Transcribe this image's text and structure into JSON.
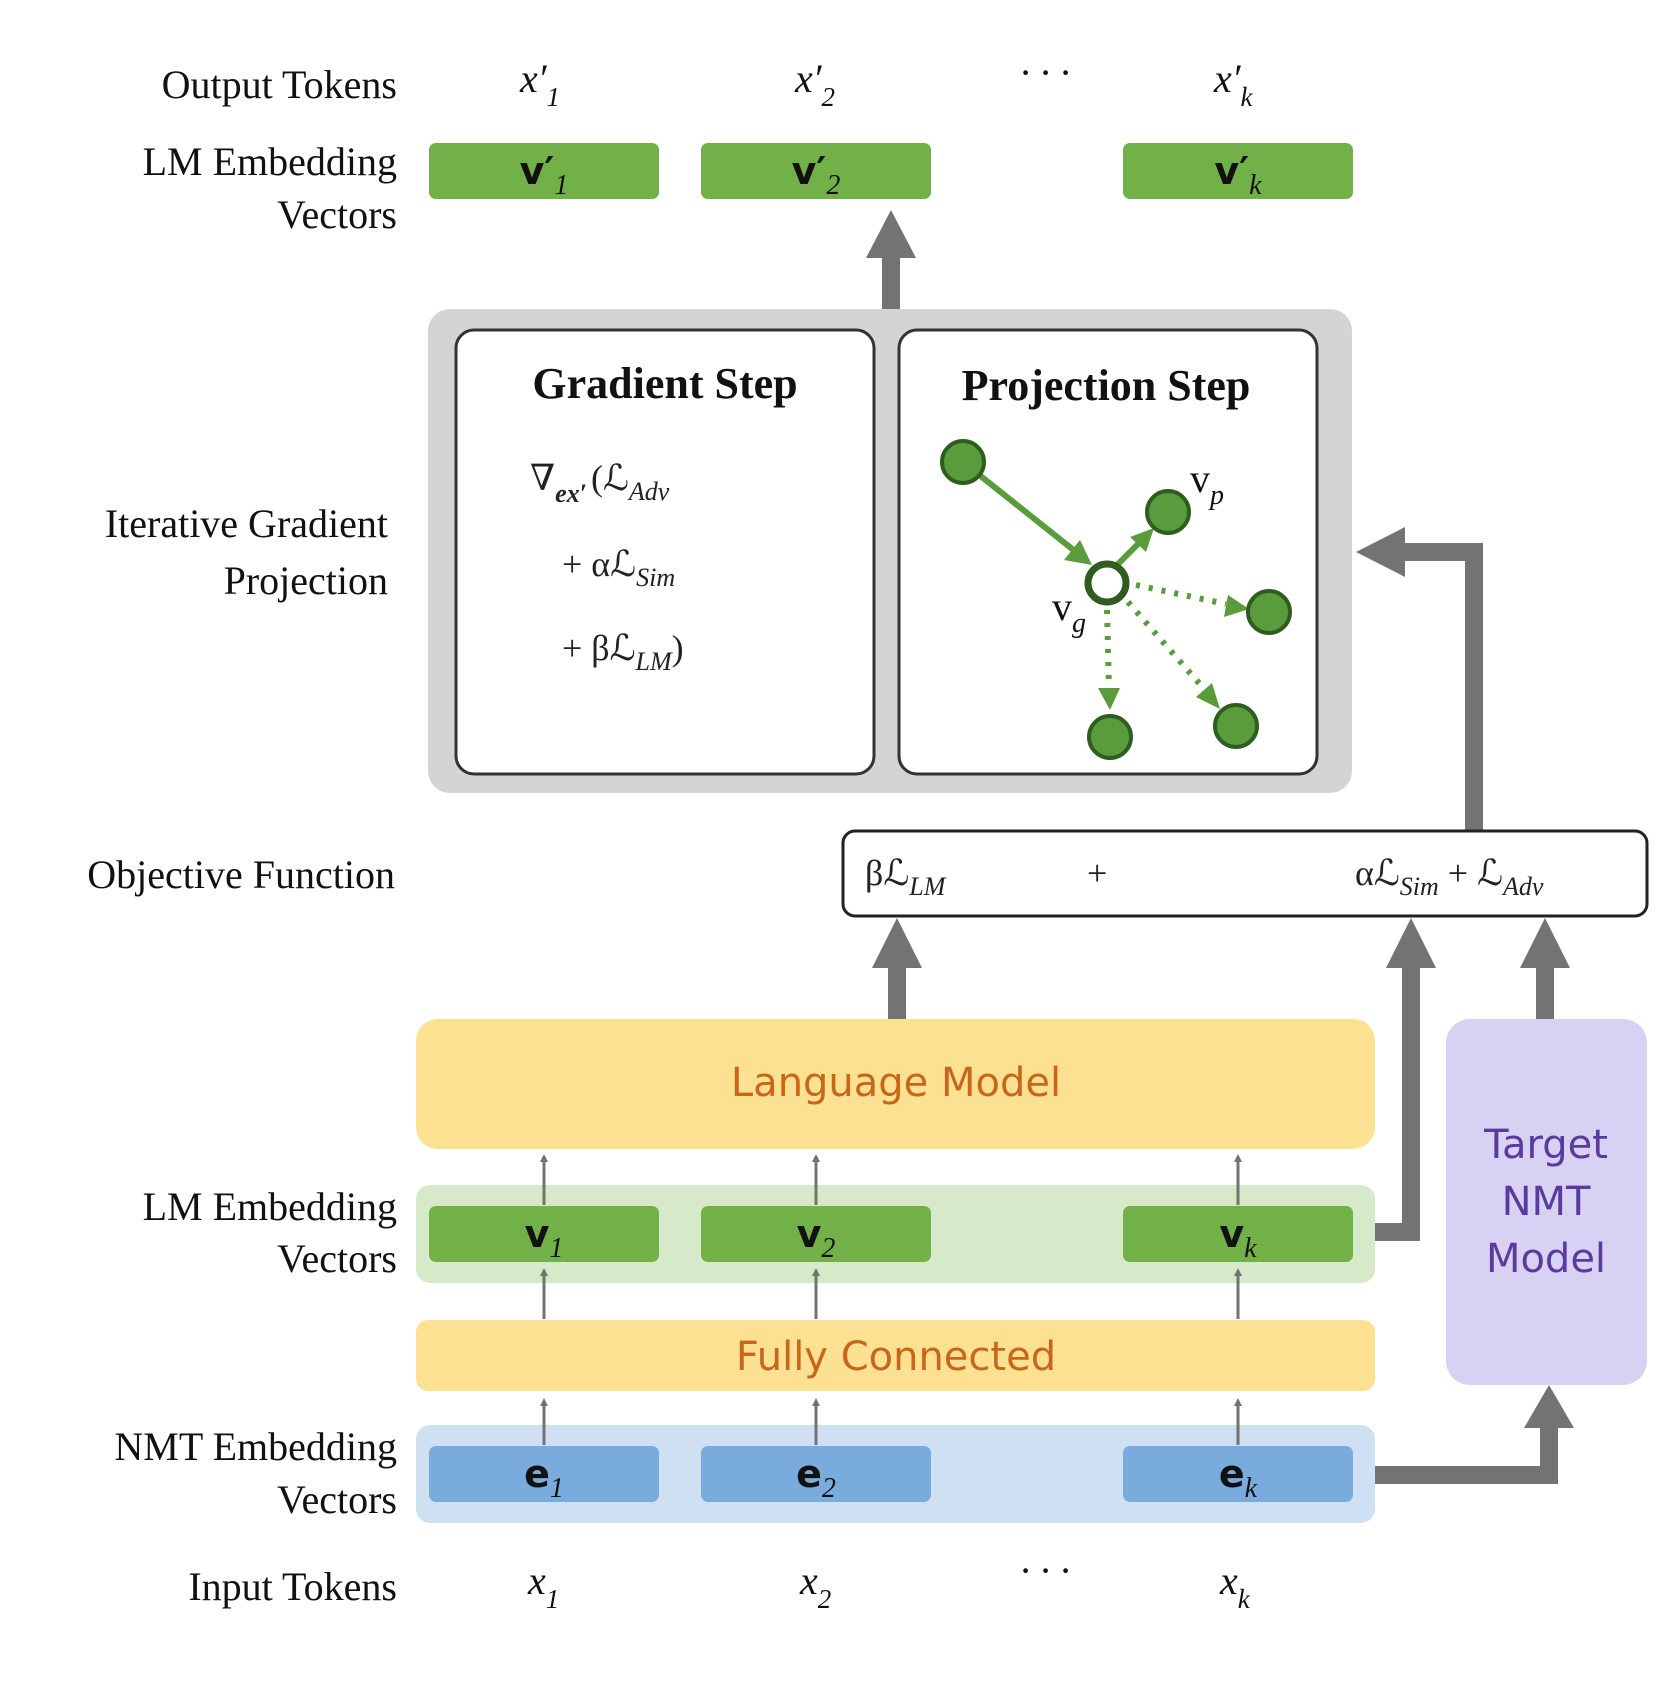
{
  "row_labels": {
    "output_tokens": "Output Tokens",
    "lm_embedding_top": [
      "LM Embedding",
      "Vectors"
    ],
    "iterative": [
      "Iterative Gradient",
      "Projection"
    ],
    "objective": "Objective Function",
    "lm_embedding_bottom": [
      "LM Embedding",
      "Vectors"
    ],
    "nmt_embedding": [
      "NMT Embedding",
      "Vectors"
    ],
    "input_tokens": "Input Tokens"
  },
  "output_tokens": [
    {
      "base": "x′",
      "sub": "1"
    },
    {
      "base": "x′",
      "sub": "2"
    },
    {
      "base": "x′",
      "sub": "k"
    }
  ],
  "input_tokens": [
    {
      "base": "x",
      "sub": "1"
    },
    {
      "base": "x",
      "sub": "2"
    },
    {
      "base": "x",
      "sub": "k"
    }
  ],
  "ellipsis": "· · ·",
  "out_vectors": [
    {
      "base": "v′",
      "sub": "1"
    },
    {
      "base": "v′",
      "sub": "2"
    },
    {
      "base": "v′",
      "sub": "k"
    }
  ],
  "lm_vectors": [
    {
      "base": "v",
      "sub": "1"
    },
    {
      "base": "v",
      "sub": "2"
    },
    {
      "base": "v",
      "sub": "k"
    }
  ],
  "nmt_vectors": [
    {
      "base": "e",
      "sub": "1"
    },
    {
      "base": "e",
      "sub": "2"
    },
    {
      "base": "e",
      "sub": "k"
    }
  ],
  "gradient_step": {
    "title": "Gradient Step",
    "lines": [
      {
        "pre": "∇",
        "presub": "ex′",
        "main": "(ℒ",
        "sub": "Adv",
        "post": ""
      },
      {
        "pre": "",
        "presub": "",
        "main": "+ αℒ",
        "sub": "Sim",
        "post": ""
      },
      {
        "pre": "",
        "presub": "",
        "main": "+ βℒ",
        "sub": "LM",
        "post": ")"
      }
    ]
  },
  "projection_step": {
    "title": "Projection Step",
    "label_p": {
      "base": "v",
      "sub": "p"
    },
    "label_g": {
      "base": "v",
      "sub": "g"
    }
  },
  "objective": {
    "left": {
      "main": "βℒ",
      "sub": "LM"
    },
    "plus": "+",
    "right": {
      "main": "αℒ",
      "sub": "Sim",
      "mid": " + ℒ",
      "sub2": "Adv"
    }
  },
  "language_model": "Language Model",
  "fully_connected": "Fully Connected",
  "target_nmt": [
    "Target",
    "NMT",
    "Model"
  ],
  "colors": {
    "green_vector": "#71b148",
    "green_band": "#d6e9c8",
    "blue_vector": "#79acdc",
    "blue_band": "#cfe0f2",
    "yellow_block": "#fde192",
    "orange_text": "#c8671a",
    "purple_block": "#d7d1f3",
    "purple_text": "#5b3a9e",
    "gray_frame": "#d4d4d4",
    "arrow_gray": "#737373",
    "node_green": "#5a9c3c"
  }
}
